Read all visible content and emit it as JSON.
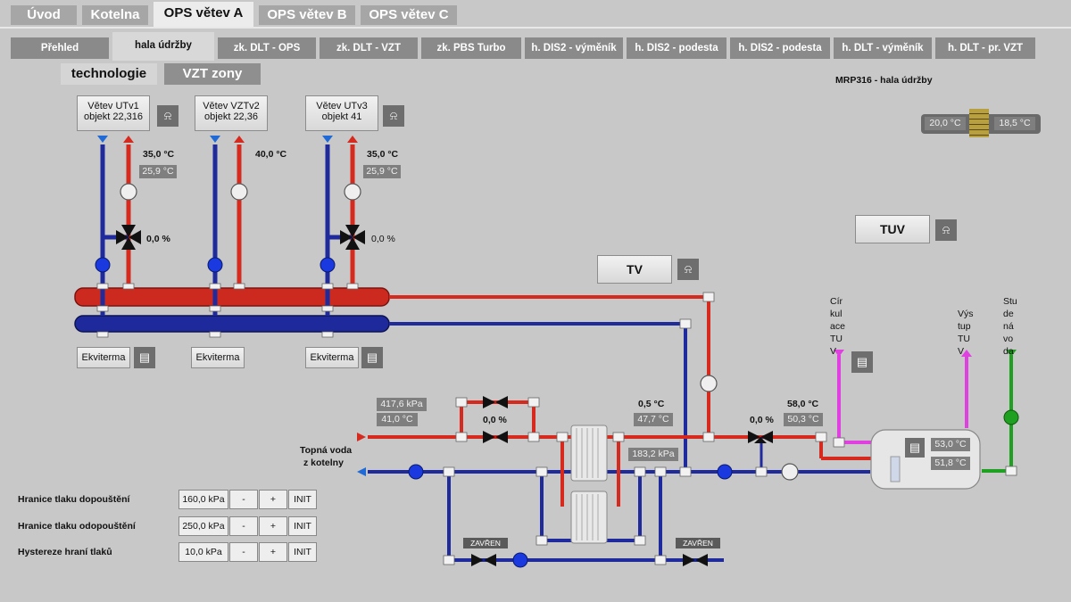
{
  "top_tabs": [
    "Úvod",
    "Kotelna",
    "OPS větev A",
    "OPS větev B",
    "OPS větev C"
  ],
  "sub_tabs": [
    "Přehled",
    "hala údržby",
    "zk. DLT - OPS",
    "zk. DLT - VZT",
    "zk. PBS Turbo",
    "h. DIS2 - výměník",
    "h. DIS2 - podesta",
    "h. DIS2 - podesta",
    "h. DLT - výměník",
    "h. DLT - pr. VZT"
  ],
  "view_tabs": {
    "technologie": "technologie",
    "vzt": "VZT zony"
  },
  "page_title": "MRP316 - hala údržby",
  "outdoor": {
    "left": "20,0 °C",
    "right": "18,5 °C"
  },
  "branches": [
    {
      "line1": "Větev UTv1",
      "line2": "objekt 22,316",
      "temp": "35,0 °C",
      "temp_return": "25,9 °C",
      "valve": "0,0 %",
      "eq": "Ekviterma"
    },
    {
      "line1": "Větev VZTv2",
      "line2": "objekt 22,36",
      "temp": "40,0 °C",
      "temp_return": "",
      "valve": "",
      "eq": "Ekviterma"
    },
    {
      "line1": "Větev UTv3",
      "line2": "objekt 41",
      "temp": "35,0 °C",
      "temp_return": "25,9 °C",
      "valve": "0,0 %",
      "eq": "Ekviterma"
    }
  ],
  "tv_label": "TV",
  "tuv_label": "TUV",
  "cirkulace": [
    "Cír",
    "kul",
    "ace",
    "TU",
    "V"
  ],
  "vystup": [
    "Výs",
    "tup",
    "TU",
    "V"
  ],
  "studena": [
    "Stu",
    "de",
    "ná",
    "vo",
    "da"
  ],
  "supply": {
    "pressure": "417,6 kPa",
    "temp": "41,0 °C",
    "source_l1": "Topná voda",
    "source_l2": "z kotelny",
    "bypass_valve": "0,0 %"
  },
  "hx": {
    "valve_pct": "0,5 °C",
    "temp": "47,7 °C",
    "pressure": "183,2 kPa"
  },
  "tv_mix": {
    "valve_pct": "0,0 %",
    "temp": "58,0 °C",
    "temp2": "50,3 °C"
  },
  "tank": {
    "t1": "53,0 °C",
    "t2": "51,8 °C"
  },
  "zavren": "ZAVŘEN",
  "controls": [
    {
      "label": "Hranice tlaku dopouštění",
      "value": "160,0 kPa",
      "minus": "-",
      "plus": "+",
      "init": "INIT"
    },
    {
      "label": "Hranice tlaku odopouštění",
      "value": "250,0 kPa",
      "minus": "-",
      "plus": "+",
      "init": "INIT"
    },
    {
      "label": "Hystereze hraní tlaků",
      "value": "10,0 kPa",
      "minus": "-",
      "plus": "+",
      "init": "INIT"
    }
  ],
  "colors": {
    "hot": "#d62a1e",
    "cold": "#1f2a9c",
    "pink": "#e040e0",
    "green": "#20a020"
  }
}
